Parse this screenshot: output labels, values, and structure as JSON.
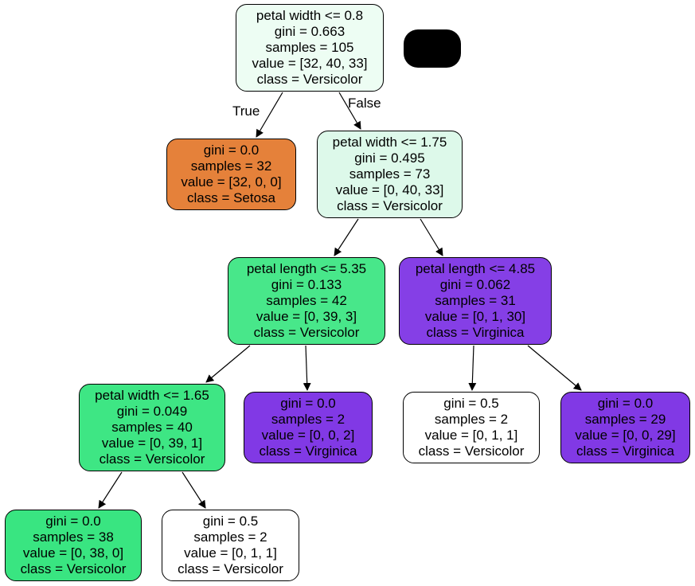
{
  "tree": {
    "edge_labels": {
      "true_label": "True",
      "false_label": "False"
    },
    "nodes": [
      {
        "id": "n0",
        "split": "petal width <= 0.8",
        "gini": "gini = 0.663",
        "samples": "samples = 105",
        "value": "value = [32, 40, 33]",
        "class_label": "class = Versicolor",
        "fill": "#edfdf3"
      },
      {
        "id": "n1",
        "split": "",
        "gini": "gini = 0.0",
        "samples": "samples = 32",
        "value": "value = [32, 0, 0]",
        "class_label": "class = Setosa",
        "fill": "#e5813a"
      },
      {
        "id": "n2",
        "split": "petal width <= 1.75",
        "gini": "gini = 0.495",
        "samples": "samples = 73",
        "value": "value = [0, 40, 33]",
        "class_label": "class = Versicolor",
        "fill": "#ddf9ea"
      },
      {
        "id": "n3",
        "split": "petal length <= 5.35",
        "gini": "gini = 0.133",
        "samples": "samples = 42",
        "value": "value = [0, 39, 3]",
        "class_label": "class = Versicolor",
        "fill": "#48e78a"
      },
      {
        "id": "n4",
        "split": "petal length <= 4.85",
        "gini": "gini = 0.062",
        "samples": "samples = 31",
        "value": "value = [0, 1, 30]",
        "class_label": "class = Virginica",
        "fill": "#853fe6"
      },
      {
        "id": "n5",
        "split": "petal width <= 1.65",
        "gini": "gini = 0.049",
        "samples": "samples = 40",
        "value": "value = [0, 39, 1]",
        "class_label": "class = Versicolor",
        "fill": "#3ee684"
      },
      {
        "id": "n6",
        "split": "",
        "gini": "gini = 0.0",
        "samples": "samples = 2",
        "value": "value = [0, 0, 2]",
        "class_label": "class = Virginica",
        "fill": "#8139e5"
      },
      {
        "id": "n7",
        "split": "",
        "gini": "gini = 0.5",
        "samples": "samples = 2",
        "value": "value = [0, 1, 1]",
        "class_label": "class = Versicolor",
        "fill": "#ffffff"
      },
      {
        "id": "n8",
        "split": "",
        "gini": "gini = 0.0",
        "samples": "samples = 29",
        "value": "value = [0, 0, 29]",
        "class_label": "class = Virginica",
        "fill": "#8139e5"
      },
      {
        "id": "n9",
        "split": "",
        "gini": "gini = 0.0",
        "samples": "samples = 38",
        "value": "value = [0, 38, 0]",
        "class_label": "class = Versicolor",
        "fill": "#39e581"
      },
      {
        "id": "n10",
        "split": "",
        "gini": "gini = 0.5",
        "samples": "samples = 2",
        "value": "value = [0, 1, 1]",
        "class_label": "class = Versicolor",
        "fill": "#ffffff"
      }
    ],
    "edges": [
      {
        "from": "n0",
        "to": "n1"
      },
      {
        "from": "n0",
        "to": "n2"
      },
      {
        "from": "n2",
        "to": "n3"
      },
      {
        "from": "n2",
        "to": "n4"
      },
      {
        "from": "n3",
        "to": "n5"
      },
      {
        "from": "n3",
        "to": "n6"
      },
      {
        "from": "n4",
        "to": "n7"
      },
      {
        "from": "n4",
        "to": "n8"
      },
      {
        "from": "n5",
        "to": "n9"
      },
      {
        "from": "n5",
        "to": "n10"
      }
    ]
  }
}
